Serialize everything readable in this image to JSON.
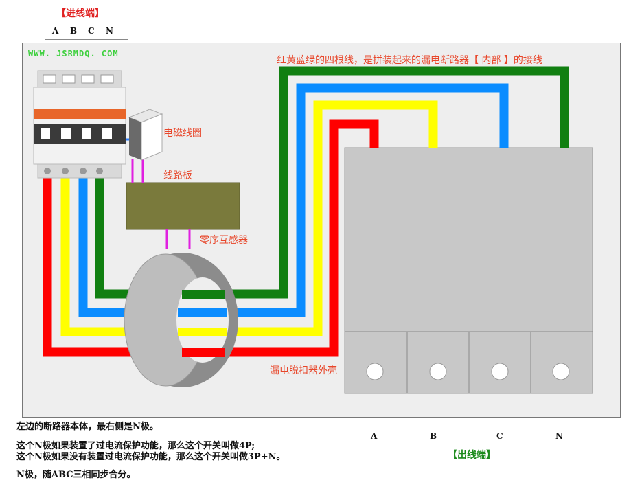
{
  "header": {
    "input_title": "【进线端】",
    "input_letters": [
      "A",
      "B",
      "C",
      "N"
    ]
  },
  "watermark": "WWW. JSRMDQ. COM",
  "labels": {
    "four_wires": "红黄蓝绿的四根线，是拼装起来的漏电断路器【 内部 】的接线",
    "coil": "电磁线圈",
    "board": "线路板",
    "ct": "零序互感器",
    "shell": "漏电脱扣器外壳"
  },
  "output": {
    "letters": [
      "A",
      "B",
      "C",
      "N"
    ],
    "title": "【出线端】"
  },
  "notes": {
    "line1": "左边的断路器本体，最右侧是N极。",
    "line2": "这个N极如果装置了过电流保护功能，那么这个开关叫做4P;",
    "line3": "这个N极如果没有装置过电流保护功能，那么这个开关叫做3P+N。",
    "line4": "N极，随ABC三相同步合分。"
  },
  "colors": {
    "red": "#ff0000",
    "yellow": "#ffff00",
    "blue": "#0a8cff",
    "green": "#117f11",
    "background": "#eeeeee",
    "shell": "#c8c8c8",
    "board": "#7a7a3c",
    "ring": "#8c8c8c",
    "magenta": "#e020e0"
  }
}
